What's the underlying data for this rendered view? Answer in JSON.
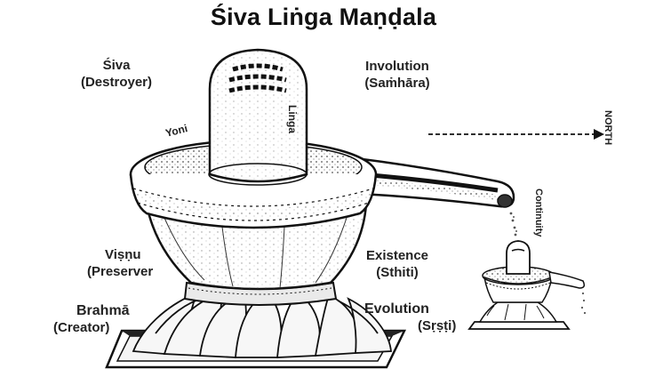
{
  "title": "Śiva Liṅga Maṇḍala",
  "labels": {
    "siva": {
      "line1": "Śiva",
      "line2": "(Destroyer)"
    },
    "involution": {
      "line1": "Involution",
      "line2": "(Saṁhāra)"
    },
    "visnu": {
      "line1": "Viṣṇu",
      "line2": "(Preserver"
    },
    "existence": {
      "line1": "Existence",
      "line2": "(Sthiti)"
    },
    "brahma": {
      "line1": "Brahmā",
      "line2": "(Creator)"
    },
    "evolution": {
      "line1": "Evolution",
      "line2": "(Sṛṣṭi)"
    },
    "yoni": "Yoni",
    "linga": "Linga",
    "north": "NORTH",
    "continuity": "Continuity"
  }
}
